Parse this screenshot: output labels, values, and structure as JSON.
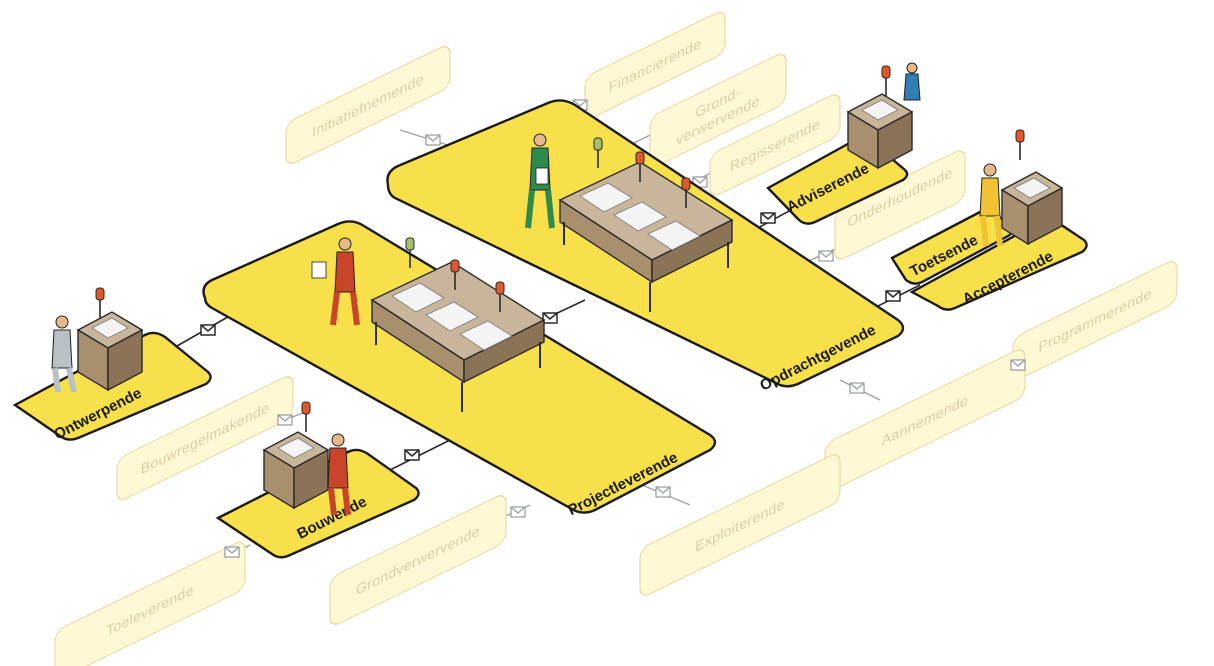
{
  "colors": {
    "main_box": "#f7e04a",
    "sub_box": "#fff8d4",
    "sub_text": "#d9cfa2",
    "connector": "#9aa0a6"
  },
  "main_roles": {
    "opdrachtgevende": "Opdrachtgevende",
    "projectleverende": "Projectleverende",
    "ontwerpende": "Ontwerpende",
    "bouwende": "Bouwende",
    "adviserende": "Adviserende",
    "toetsende": "Toetsende",
    "accepterende": "Accepterende"
  },
  "sub_roles": {
    "initiatiefnemende": "Initiatiefnemende",
    "financierende": "Financierende",
    "grond_verwervende": "Grond-\nverwervende",
    "regisserende": "Regisserende",
    "grondverwervende_kort": "Grondverwervende",
    "onderhoudende": "Onderhoudende",
    "bouwregelmakende": "Bouwregelmakende",
    "toeleverende": "Toeleverende",
    "exploiterende": "Exploiterende",
    "aannemende": "Aannemende",
    "programmerende": "Programmerende"
  },
  "icons": [
    "envelope-icon",
    "worker-figure-icon",
    "document-table-icon",
    "warning-lamp-icon"
  ]
}
